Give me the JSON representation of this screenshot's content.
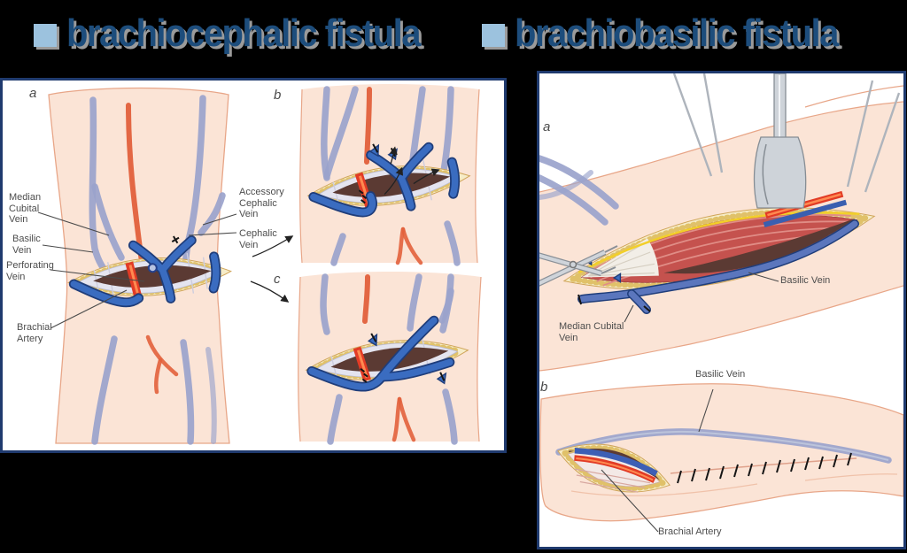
{
  "slide": {
    "headings": [
      {
        "icon": "square-bullet",
        "label": "brachiocephalic fistula"
      },
      {
        "icon": "square-bullet",
        "label": "brachiobasilic fistula"
      }
    ]
  },
  "colors": {
    "bg": "#000000",
    "heading-text": "#1d4d7c",
    "heading-shadow": "#9b9b9b",
    "bullet-fill": "#9cc2de",
    "panel-border": "#1f3a6e",
    "panel-bg": "#ffffff",
    "label-text": "#4d4d4d",
    "skin": "#fbe4d6",
    "skin-line": "#e8a688",
    "vein-light": "#9aa3cc",
    "vein-deep": "#3a6cc0",
    "vein-outline": "#1f3d7a",
    "artery": "#e2603c",
    "artery-bright": "#e23b25",
    "fat": "#f6ecc8",
    "fat-dot": "#e0c169",
    "wound": "#5b3a33",
    "fascia": "#e4e4ef",
    "muscle": "#c5524e",
    "muscle-stripe": "#e08d86",
    "nerve": "#f2cf2a",
    "steel": "#ced3d9",
    "steel-line": "#868d94",
    "leader": "#4a4a4a"
  },
  "left_panel": {
    "figure_letters": {
      "a": "a",
      "b": "b",
      "c": "c"
    },
    "labels": {
      "median_cubital": "Median\nCubital\nVein",
      "basilic": "Basilic\nVein",
      "perforating": "Perforating\nVein",
      "brachial_artery": "Brachial\nArtery",
      "accessory_cephalic": "Accessory\nCephalic\nVein",
      "cephalic": "Cephalic\nVein"
    }
  },
  "right_panel": {
    "figure_letters": {
      "a": "a",
      "b": "b"
    },
    "labels": {
      "basilic_vein_top": "Basilic Vein",
      "median_cubital": "Median Cubital\nVein",
      "basilic_vein_bottom": "Basilic Vein",
      "brachial_artery": "Brachial Artery"
    }
  }
}
